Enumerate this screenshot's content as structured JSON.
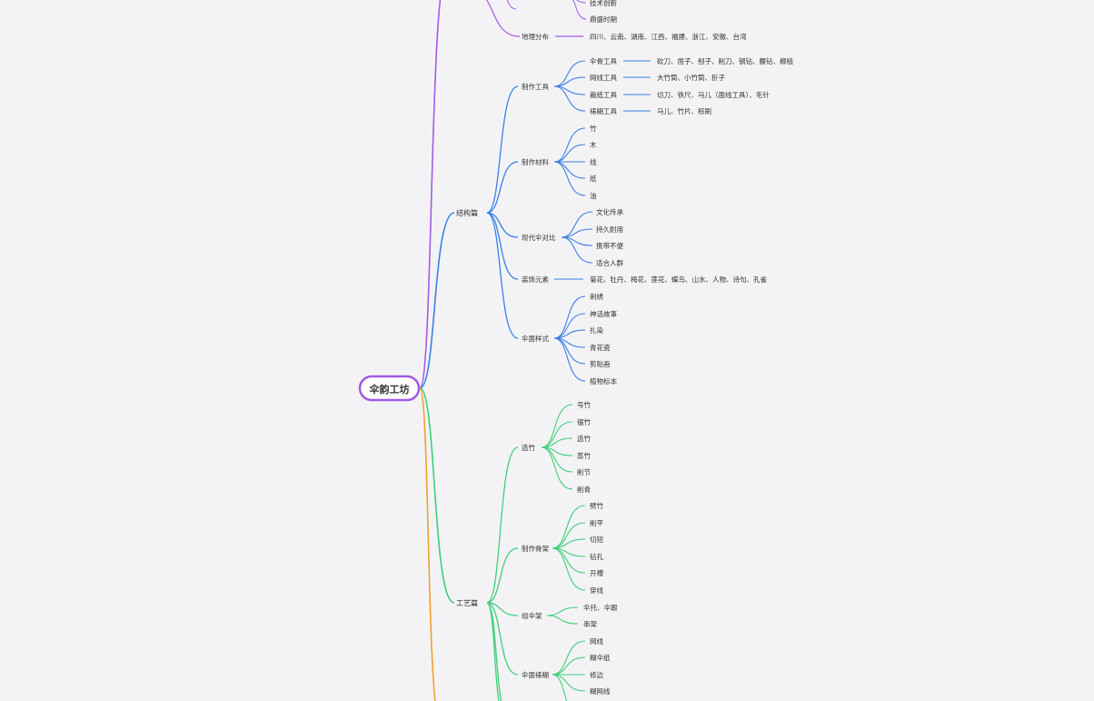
{
  "root": "伞韵工坊",
  "colors": {
    "purple": "#a45ae6",
    "blue": "#3b7fe8",
    "green": "#3ecf7a",
    "orange": "#f0a030",
    "text": "#333333",
    "background": "#f3f3f5"
  },
  "history": {
    "tech_innovation": "技术创新",
    "golden_age": "鼎盛时期",
    "geo_label": "地理分布",
    "geo_value": "四川、云南、湖南、江西、福建、浙江、安徽、台湾"
  },
  "structure": {
    "label": "结构篇",
    "tools": {
      "label": "制作工具",
      "items": [
        {
          "name": "伞骨工具",
          "value": "砍刀、凿子、刨子、削刀、钢钻、腰钻、榔槌"
        },
        {
          "name": "网线工具",
          "value": "大竹筒、小竹筒、折子"
        },
        {
          "name": "裁纸工具",
          "value": "切刀、铁尺、马儿（面线工具）、毛针"
        },
        {
          "name": "裱糊工具",
          "value": "马儿、竹片、棕刷"
        }
      ]
    },
    "materials": {
      "label": "制作材料",
      "items": [
        "竹",
        "木",
        "线",
        "纸",
        "油"
      ]
    },
    "modern": {
      "label": "现代伞对比",
      "items": [
        "文化传承",
        "持久耐用",
        "携带不便",
        "适合人群"
      ]
    },
    "decor": {
      "label": "装饰元素",
      "value": "菊花、牡丹、梅花、莲花、蝶鸟、山水、人物、诗句、孔雀"
    },
    "styles": {
      "label": "伞面样式",
      "items": [
        "刺绣",
        "神话故事",
        "扎染",
        "青花瓷",
        "剪贴画",
        "植物标本"
      ]
    }
  },
  "craft": {
    "label": "工艺篇",
    "bamboo": {
      "label": "选竹",
      "items": [
        "号竹",
        "锯竹",
        "选竹",
        "蒸竹",
        "削节",
        "削青"
      ]
    },
    "ribs": {
      "label": "制作骨架",
      "items": [
        "劈竹",
        "削平",
        "切短",
        "钻孔",
        "开槽",
        "穿线"
      ]
    },
    "assemble": {
      "label": "组伞架",
      "items": [
        "伞托、伞跟",
        "串架"
      ]
    },
    "surface": {
      "label": "伞面裱糊",
      "items": [
        "网线",
        "糊伞纸",
        "修边",
        "糊网线"
      ]
    }
  }
}
